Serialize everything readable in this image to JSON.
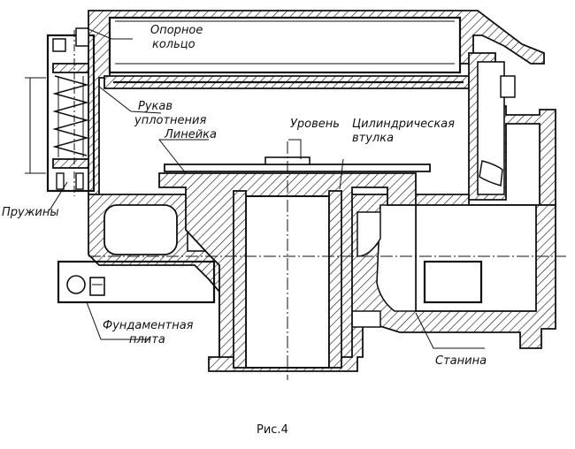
{
  "labels": {
    "support_ring": [
      "Опорное",
      "кольцо"
    ],
    "seal_sleeve": [
      "Рукав",
      "уплотнения"
    ],
    "ruler": "Линейка",
    "springs": "Пружины",
    "level": "Уровень",
    "cyl_bushing": [
      "Цилиндрическая",
      "втулка"
    ],
    "foundation_plate": [
      "Фундаментная",
      "плита"
    ],
    "frame": "Станина"
  },
  "caption": "Рис.4"
}
